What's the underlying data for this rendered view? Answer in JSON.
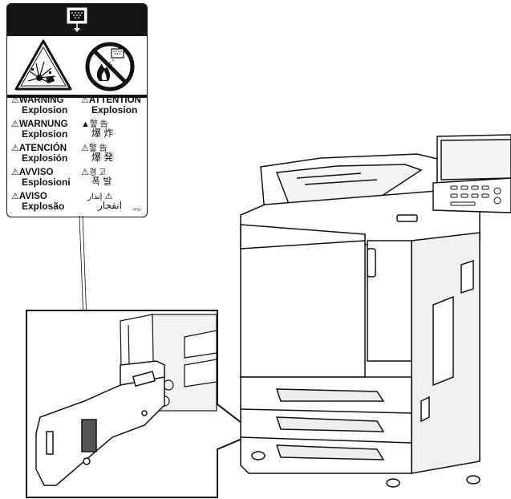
{
  "label": {
    "warnings": [
      {
        "lang": "en",
        "word": "WARNING",
        "explosion": "Explosion"
      },
      {
        "lang": "fr",
        "word": "ATTENTION",
        "explosion": "Explosion"
      },
      {
        "lang": "de",
        "word": "WARNUNG",
        "explosion": "Explosion"
      },
      {
        "lang": "zh",
        "word": "警 告",
        "explosion": "爆 炸"
      },
      {
        "lang": "es",
        "word": "ATENCIÓN",
        "explosion": "Explosión"
      },
      {
        "lang": "ja",
        "word": "警 告",
        "explosion": "爆 発"
      },
      {
        "lang": "it",
        "word": "AVVISO",
        "explosion": "Esplosioni"
      },
      {
        "lang": "ko",
        "word": "경 고",
        "explosion": "폭 발"
      },
      {
        "lang": "pt",
        "word": "AVISO",
        "explosion": "Explosão"
      },
      {
        "lang": "ar",
        "word": "إنذار",
        "explosion": "انفجار"
      }
    ],
    "code": ">PS<"
  },
  "icons": {
    "header": "waste-toner-box-icon",
    "hazard": "explosion-hazard-icon",
    "prohibition": "no-fire-icon"
  },
  "colors": {
    "ink": "#111111",
    "paper": "#ffffff",
    "panel": "#e8e8e8"
  }
}
